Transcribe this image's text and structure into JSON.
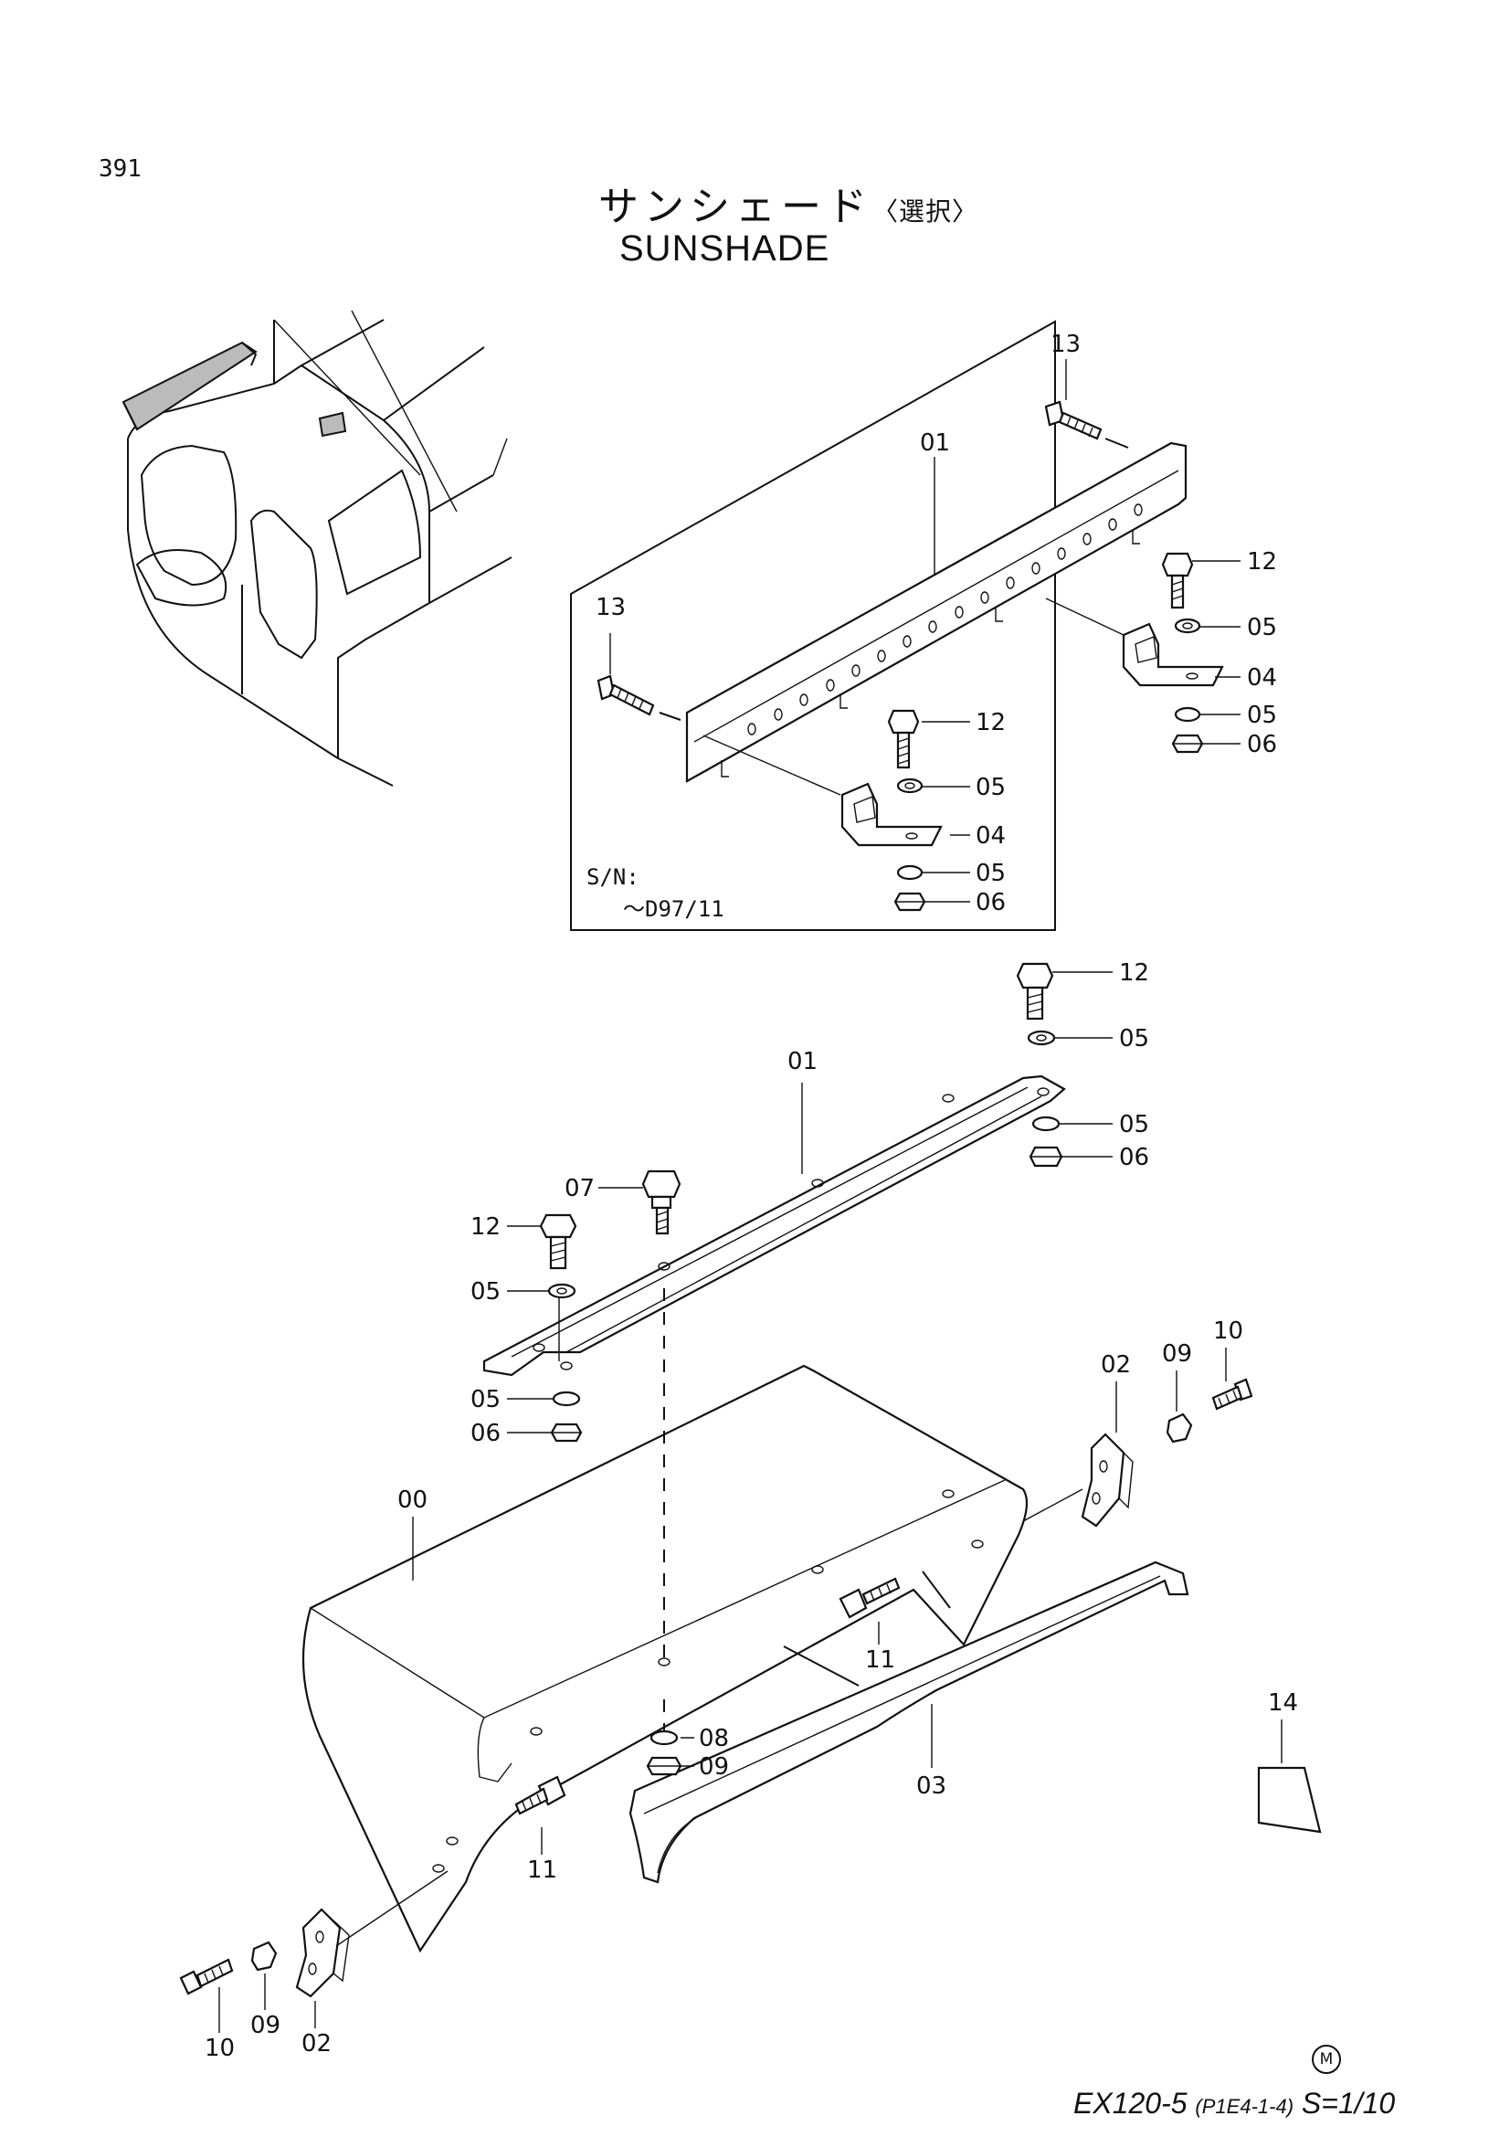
{
  "page_number": "391",
  "title_jp": "サンシェード",
  "title_jp_option": "〈選択〉",
  "title_en": "SUNSHADE",
  "inset": {
    "serial_label": "S/N:",
    "serial_range": "～D97/11",
    "callouts": [
      "13",
      "01",
      "13",
      "12",
      "05",
      "04",
      "05",
      "06",
      "12",
      "05",
      "04",
      "05",
      "06"
    ]
  },
  "main": {
    "callouts": [
      "12",
      "05",
      "01",
      "05",
      "06",
      "07",
      "12",
      "05",
      "05",
      "06",
      "02",
      "09",
      "10",
      "00",
      "11",
      "08",
      "09",
      "03",
      "14",
      "11",
      "10",
      "09",
      "02"
    ]
  },
  "footer": {
    "mark": "M",
    "model": "EX120-5",
    "code": "(P1E4-1-4)",
    "scale": "S=1/10"
  }
}
